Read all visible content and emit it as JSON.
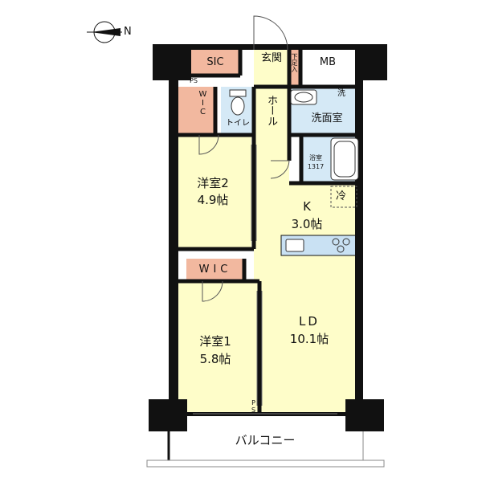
{
  "compass": {
    "north_label": "N"
  },
  "rooms": {
    "sic": "SIC",
    "genkan": "玄関",
    "shoe_storage": "下足入",
    "mb": "MB",
    "ps_top": "PS",
    "wic_top": "WIC",
    "toilet": "トイレ",
    "hall": "ホール",
    "wash": "洗",
    "washroom": "洗面室",
    "bath_name": "浴室",
    "bath_size": "1317",
    "bedroom2_name": "洋室2",
    "bedroom2_size": "4.9帖",
    "kitchen_name": "K",
    "kitchen_size": "3.0帖",
    "fridge": "冷",
    "wic_mid": "WIC",
    "bedroom1_name": "洋室1",
    "bedroom1_size": "5.8帖",
    "ld_name": "LD",
    "ld_size": "10.1帖",
    "ps_bottom": "PS",
    "balcony": "バルコニー"
  },
  "colors": {
    "room_fill": "#fefdc9",
    "storage_fill": "#f2b89f",
    "wet_fill": "#d5e9f6",
    "wall": "#111111",
    "counter_fill": "#c9e1f3"
  }
}
